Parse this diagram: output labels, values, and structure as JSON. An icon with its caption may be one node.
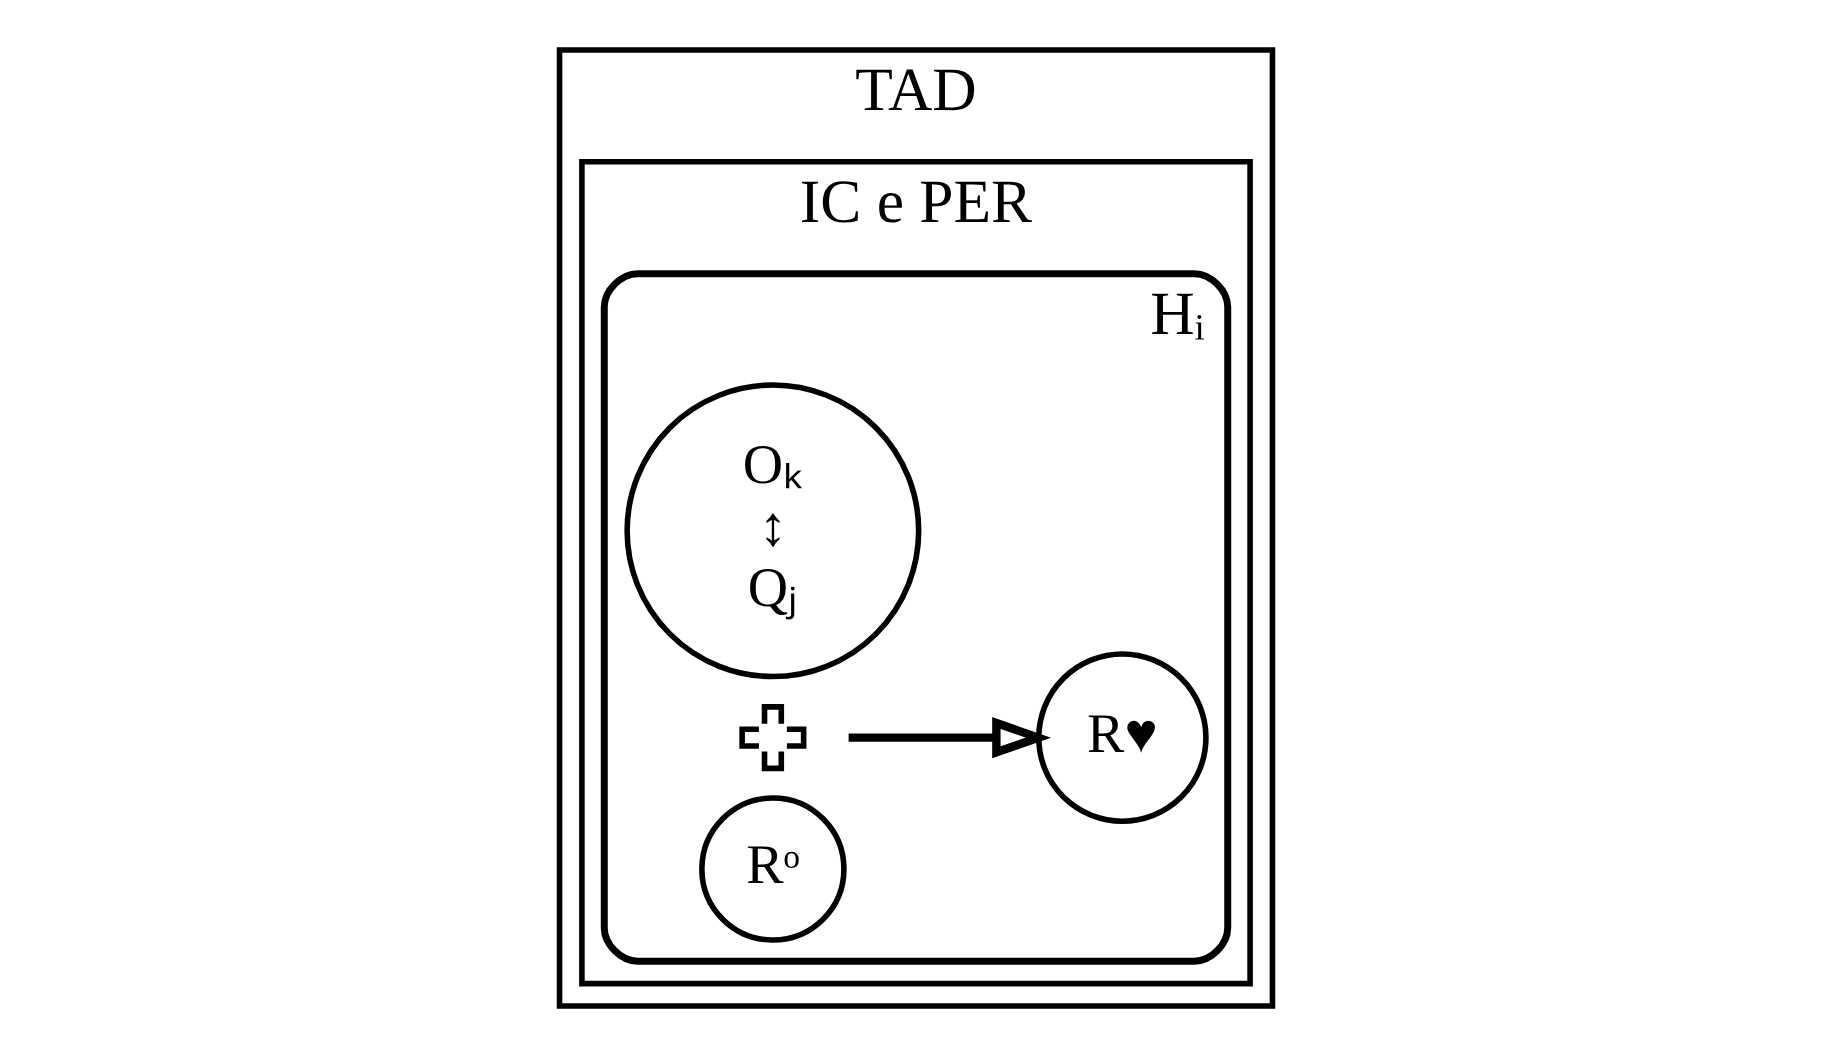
{
  "diagram": {
    "nodes": [
      {
        "text": [
          "TAD"
        ]
      },
      {
        "text": [
          "IC e PER"
        ],
        "in": 0
      },
      {
        "text": [
          "Hᵢ"
        ],
        "in": 1
      },
      {
        "text": [
          "Oₖ",
          "↕",
          "Qⱼ"
        ],
        "in": 2
      },
      {
        "text": [],
        "shape": "cross",
        "in": 2
      },
      {
        "text": [
          "Rᵒ"
        ],
        "in": 2
      },
      {
        "text": [
          "R♥"
        ],
        "in": 2
      }
    ],
    "edges": [
      {
        "from": 4,
        "to": 6,
        "arrow": "to"
      }
    ]
  }
}
